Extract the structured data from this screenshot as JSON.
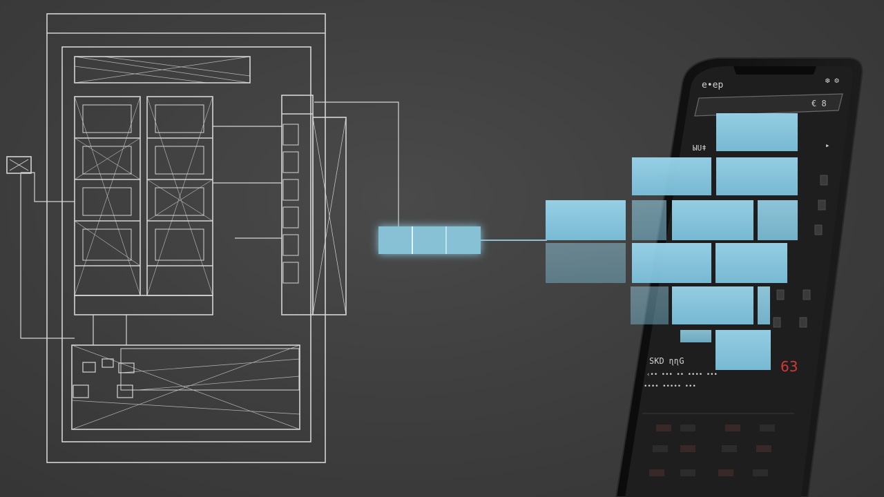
{
  "scene": {
    "description_visible_text": {
      "phone_header_logo": "e•ep",
      "phone_header_status": "❆ ⚙",
      "phone_search_value": "€ 8",
      "phone_section_label": "ЫUǂ",
      "phone_card_title": "SKD ɳɳG",
      "phone_card_line_1": "‹•• ••• •• •••• •••",
      "phone_card_line_2": "•••• ••••• •••",
      "phone_card_value": "63"
    },
    "colors": {
      "background": "#3f3f3f",
      "wireframe_stroke": "#e6e6e6",
      "block_fill": "#8fcfe6",
      "block_glow": "#bfe9f7",
      "phone_body": "#111111",
      "phone_screen": "#1f1f1f",
      "accent_red": "#d23a3a"
    }
  }
}
